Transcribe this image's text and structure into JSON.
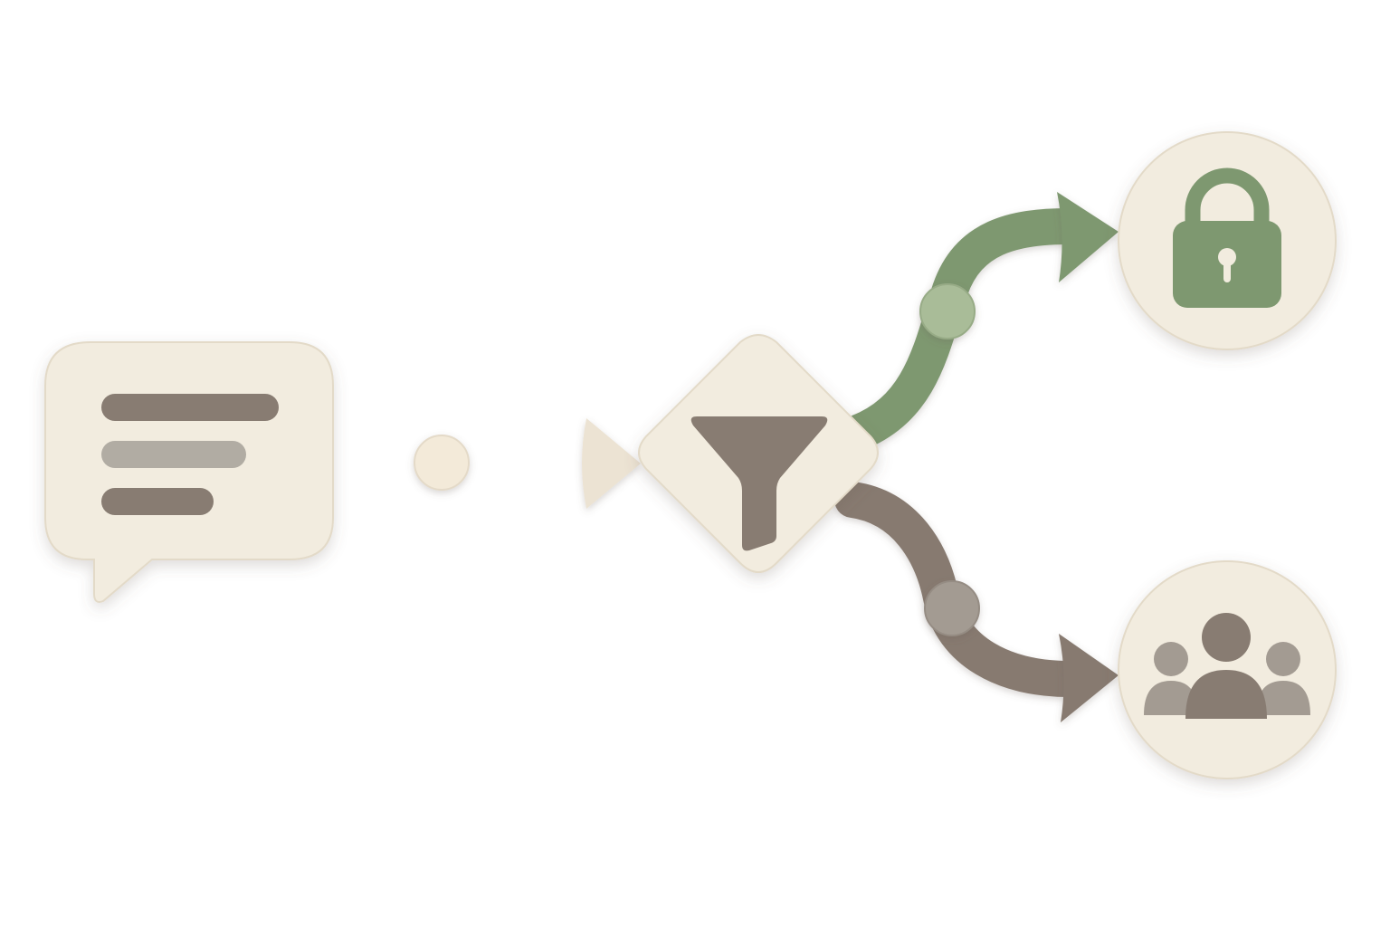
{
  "diagram": {
    "type": "flow",
    "nodes": [
      {
        "id": "message",
        "icon": "chat-bubble-icon",
        "shape": "speech-bubble"
      },
      {
        "id": "filter",
        "icon": "funnel-icon",
        "shape": "diamond"
      },
      {
        "id": "private",
        "icon": "padlock-icon",
        "shape": "circle"
      },
      {
        "id": "group",
        "icon": "people-group-icon",
        "shape": "circle"
      }
    ],
    "edges": [
      {
        "from": "message",
        "to": "filter",
        "color": "#ece3d3"
      },
      {
        "from": "filter",
        "to": "private",
        "color": "#7e9870"
      },
      {
        "from": "filter",
        "to": "group",
        "color": "#877a6f"
      }
    ]
  },
  "colors": {
    "card": "#f2ecdf",
    "card_edge": "#e3dac8",
    "neutral_dark": "#887c72",
    "neutral_light": "#b1aca3",
    "green": "#7e9870",
    "green_light": "#a9bc98",
    "taupe_joint": "#a39b92",
    "cream_joint": "#f3ead9"
  }
}
